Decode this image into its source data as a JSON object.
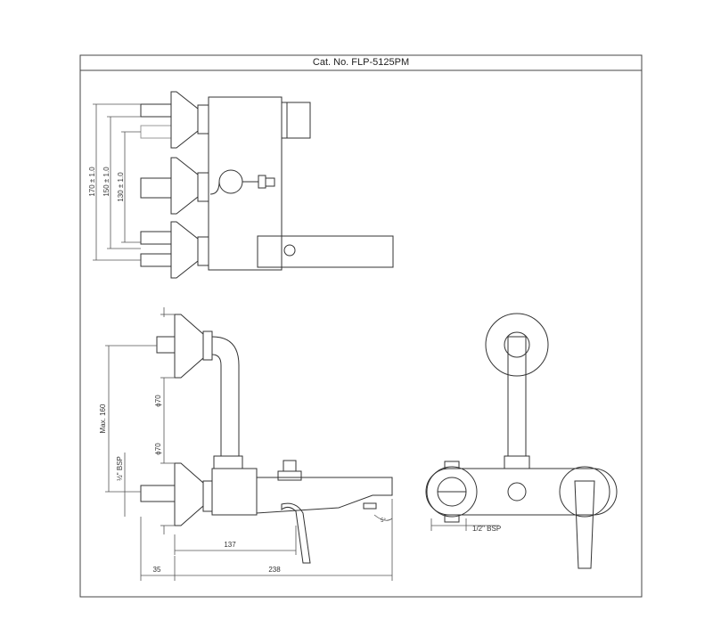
{
  "sheet": {
    "title": "Cat. No. FLP-5125PM"
  },
  "dimensions": {
    "top_170": "170 ± 1.0",
    "top_150": "150 ± 1.0",
    "top_130": "130 ± 1.0",
    "side_max160": "Max. 160",
    "side_phi70_upper": "ϕ70",
    "side_phi70_lower": "ϕ70",
    "side_bsp": "½\" BSP",
    "side_137": "137",
    "side_35": "35",
    "side_238": "238",
    "side_angle": "5°",
    "front_bsp": "1/2\" BSP"
  },
  "colors": {
    "line": "#333333",
    "frame": "#444444"
  }
}
